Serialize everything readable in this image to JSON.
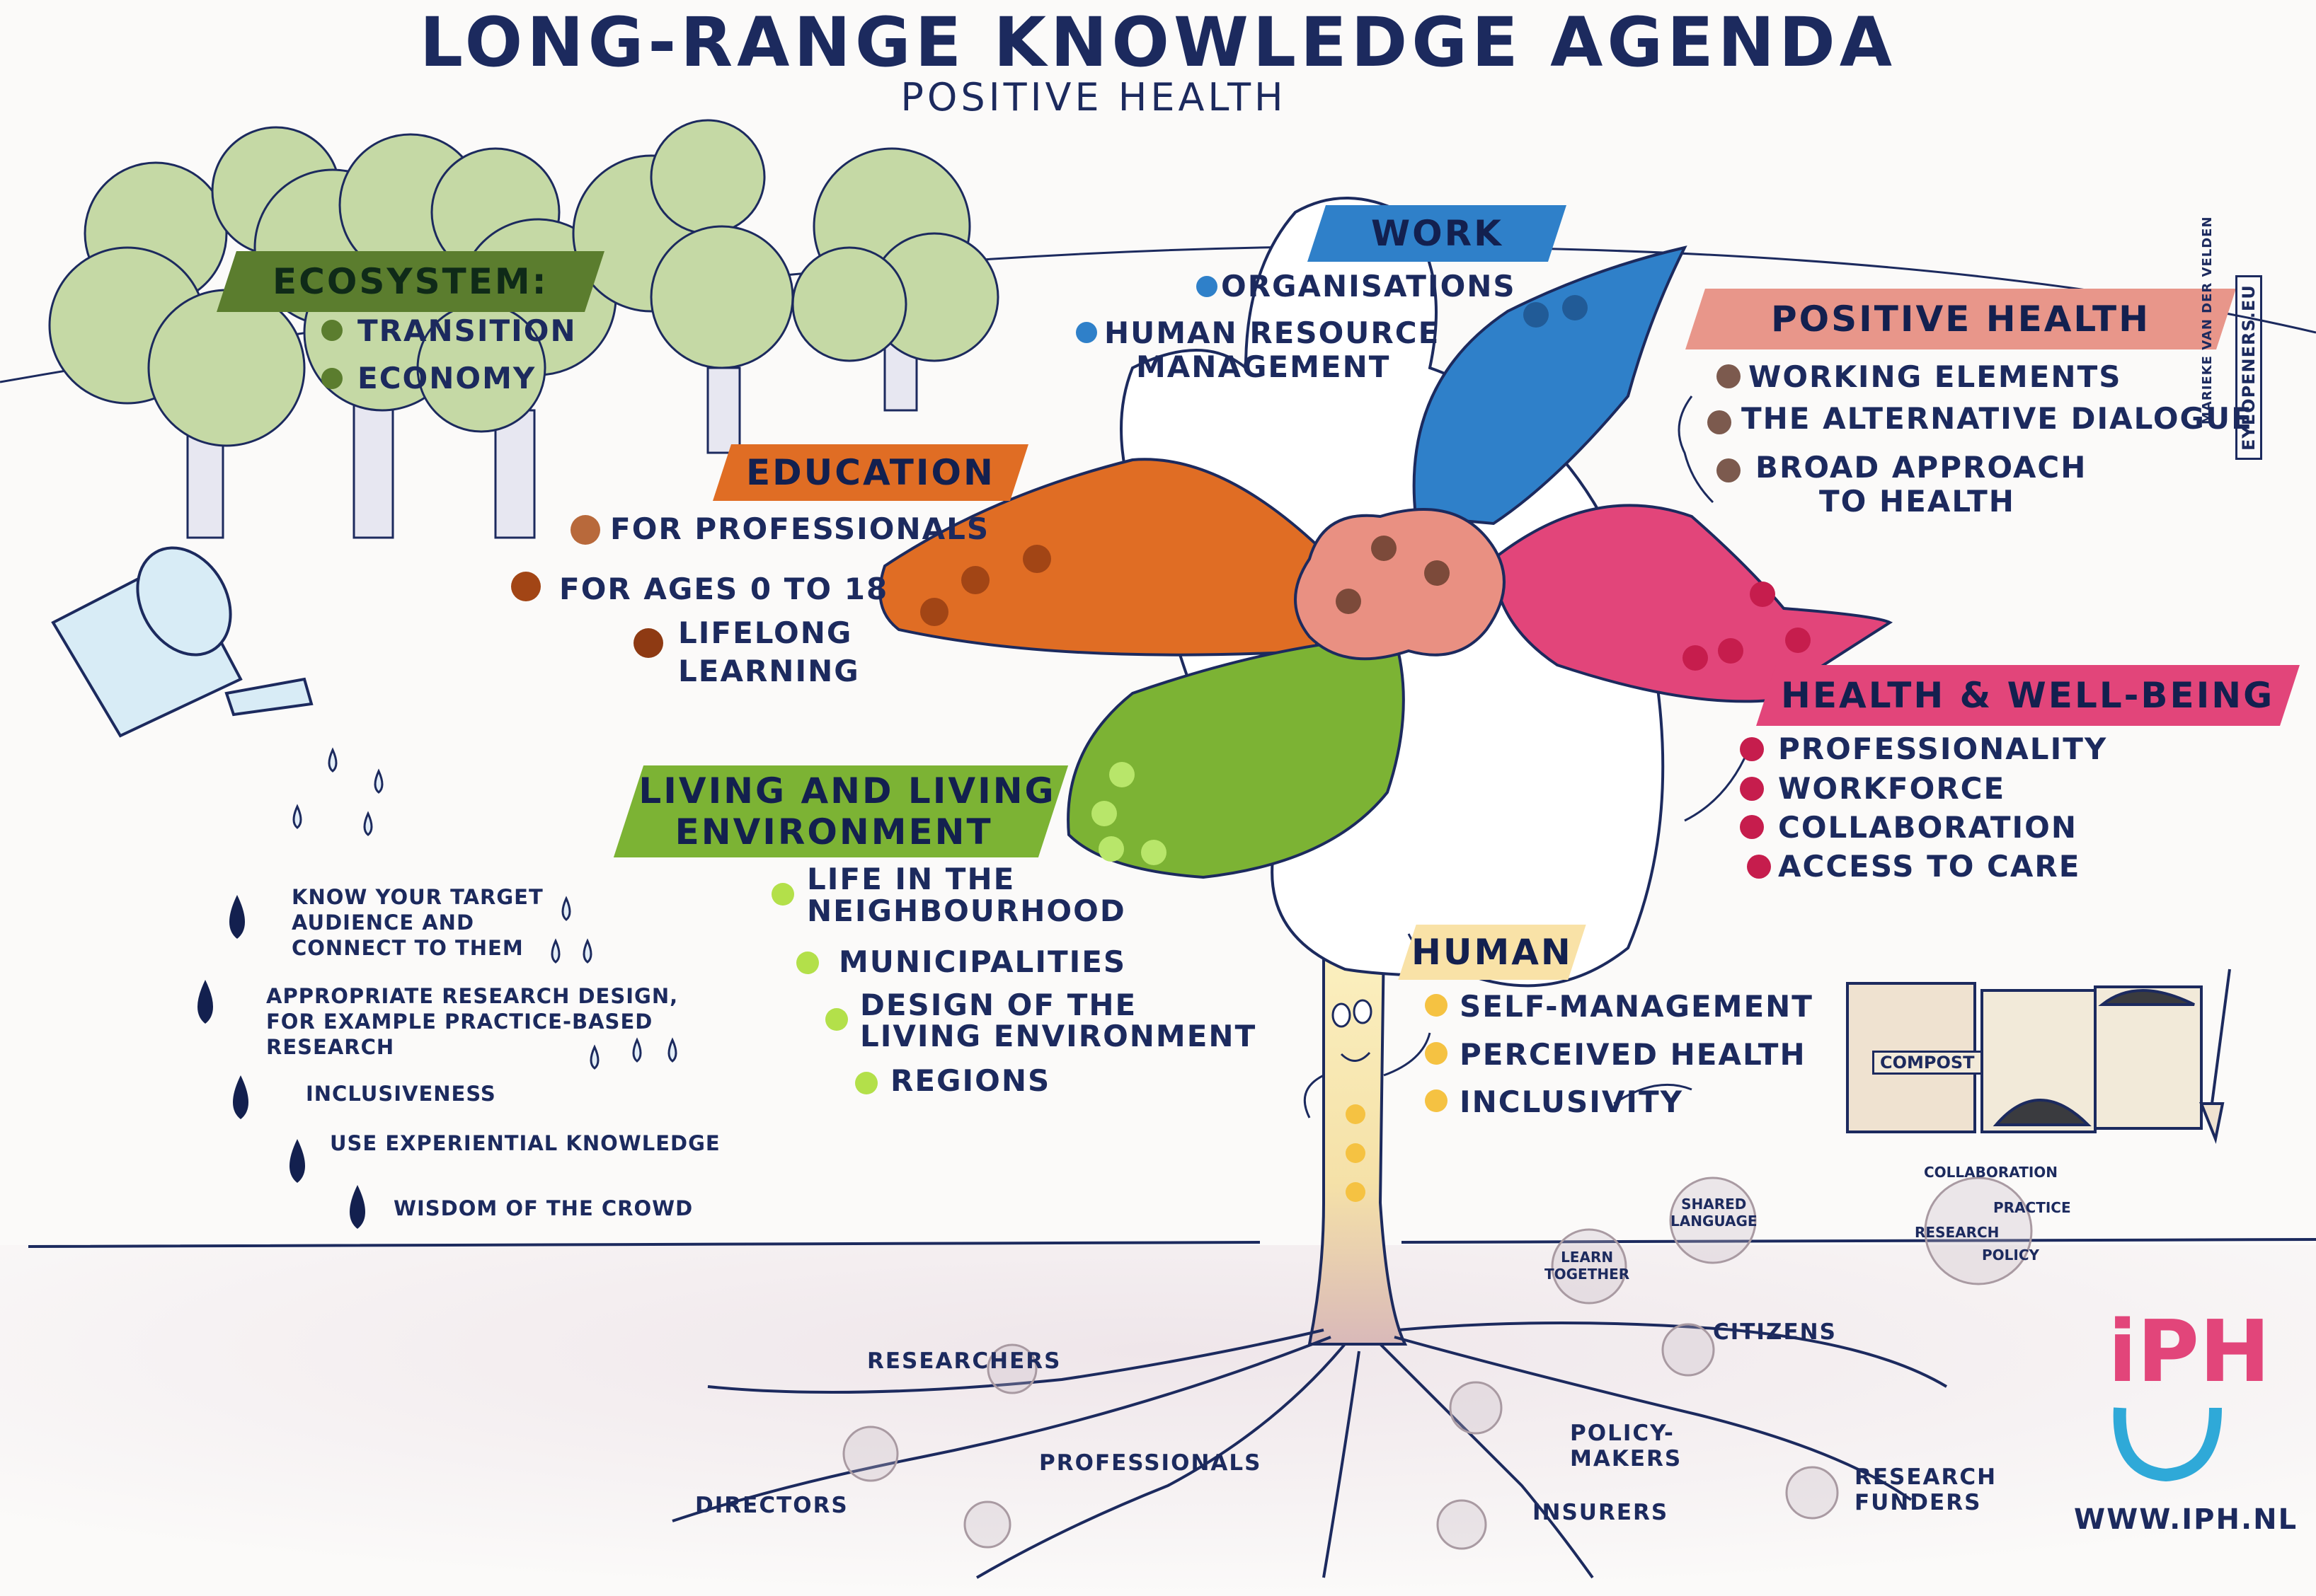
{
  "title": "LONG-RANGE KNOWLEDGE AGENDA",
  "subtitle": "POSITIVE HEALTH",
  "ecosystem": {
    "label": "ECOSYSTEM:",
    "items": [
      "TRANSITION",
      "ECONOMY"
    ],
    "color": "#5b7d2e"
  },
  "work": {
    "label": "WORK",
    "items": [
      "ORGANISATIONS",
      "HUMAN RESOURCE",
      "MANAGEMENT"
    ],
    "color": "#2f80c9"
  },
  "positive_health": {
    "label": "POSITIVE HEALTH",
    "items": [
      "WORKING ELEMENTS",
      "THE ALTERNATIVE DIALOGUE",
      "BROAD APPROACH",
      "TO HEALTH"
    ],
    "color": "#e8968a"
  },
  "education": {
    "label": "EDUCATION",
    "items": [
      "FOR PROFESSIONALS",
      "FOR AGES 0 TO 18",
      "LIFELONG",
      "LEARNING"
    ],
    "color": "#e06d24"
  },
  "health_wellbeing": {
    "label": "HEALTH & WELL-BEING",
    "items": [
      "PROFESSIONALITY",
      "WORKFORCE",
      "COLLABORATION",
      "ACCESS TO CARE"
    ],
    "color": "#e2457a"
  },
  "living": {
    "label_line1": "LIVING AND LIVING",
    "label_line2": "ENVIRONMENT",
    "items": [
      "LIFE IN THE",
      "NEIGHBOURHOOD",
      "MUNICIPALITIES",
      "DESIGN OF THE",
      "LIVING ENVIRONMENT",
      "REGIONS"
    ],
    "color": "#7cb334"
  },
  "human": {
    "label": "HUMAN",
    "items": [
      "SELF-MANAGEMENT",
      "PERCEIVED HEALTH",
      "INCLUSIVITY"
    ],
    "color": "#f5c242"
  },
  "tips": [
    "KNOW YOUR TARGET\nAUDIENCE AND\nCONNECT TO THEM",
    "APPROPRIATE RESEARCH DESIGN,\nFOR EXAMPLE PRACTICE-BASED\nRESEARCH",
    "INCLUSIVENESS",
    "USE EXPERIENTIAL KNOWLEDGE",
    "WISDOM OF THE CROWD"
  ],
  "roots": [
    "RESEARCHERS",
    "PROFESSIONALS",
    "DIRECTORS",
    "POLICY-\nMAKERS",
    "INSURERS",
    "CITIZENS",
    "RESEARCH\nFUNDERS"
  ],
  "compost_circles": [
    "LEARN\nTOGETHER",
    "SHARED\nLANGUAGE",
    "COLLABORATION",
    "PRACTICE",
    "RESEARCH",
    "POLICY"
  ],
  "compost_label": "COMPOST",
  "signature_name": "MARIEKE VAN DER VELDEN",
  "signature_brand": "EYEOPENERS.EU",
  "logo_text": "iPH",
  "website": "WWW.IPH.NL"
}
